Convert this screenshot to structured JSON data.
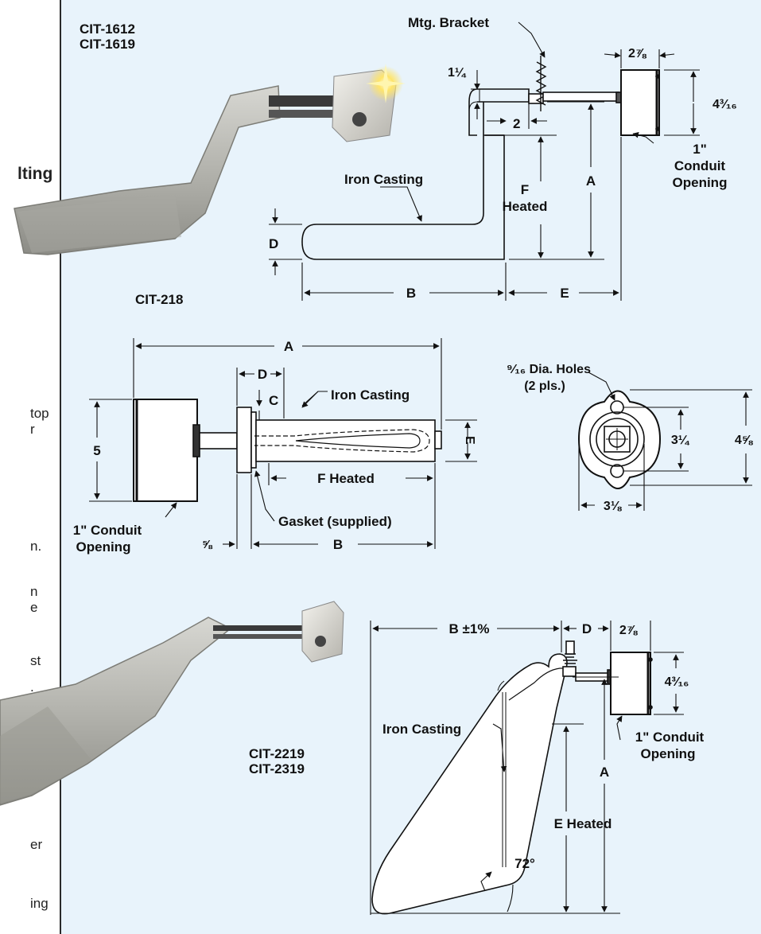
{
  "left_text_fragments": [
    "lting",
    "top",
    "r",
    "n.",
    "n",
    "e",
    "st",
    ".",
    "er",
    "ing"
  ],
  "colors": {
    "panel_bg": "#e8f3fb",
    "line": "#111111",
    "casting": "#b9b9b4",
    "box": "#e6e4de"
  },
  "section1": {
    "models": [
      "CIT-1612",
      "CIT-1619"
    ],
    "model_bottom": "CIT-218",
    "mtg_bracket": "Mtg. Bracket",
    "dim_1_1_4": "1¼",
    "dim_2_7_8": "2⅞",
    "dim_4_3_16": "4³⁄₁₆",
    "dim_2": "2",
    "conduit": [
      "1\"",
      "Conduit",
      "Opening"
    ],
    "iron_casting": "Iron Casting",
    "F_heated": [
      "F",
      "Heated"
    ],
    "A": "A",
    "D": "D",
    "B": "B",
    "E": "E"
  },
  "section2": {
    "A": "A",
    "D": "D",
    "C": "C",
    "E": "E",
    "B": "B",
    "iron_casting": "Iron Casting",
    "five": "5",
    "F_heated": "F Heated",
    "gasket": "Gasket (supplied)",
    "conduit": [
      "1\" Conduit",
      "Opening"
    ],
    "five_eighths": "⅝",
    "holes": [
      "⁹⁄₁₆ Dia. Holes",
      "(2 pls.)"
    ],
    "dim_3_1_4": "3¼",
    "dim_4_5_8": "4⅝",
    "dim_3_1_8": "3⅛"
  },
  "section3": {
    "B": "B ±1%",
    "D": "D",
    "dim_2_7_8": "2⅞",
    "dim_4_3_16": "4³⁄₁₆",
    "conduit": [
      "1\" Conduit",
      "Opening"
    ],
    "iron_casting": "Iron Casting",
    "models": [
      "CIT-2219",
      "CIT-2319"
    ],
    "A": "A",
    "E_heated": "E Heated",
    "angle": "72°"
  }
}
